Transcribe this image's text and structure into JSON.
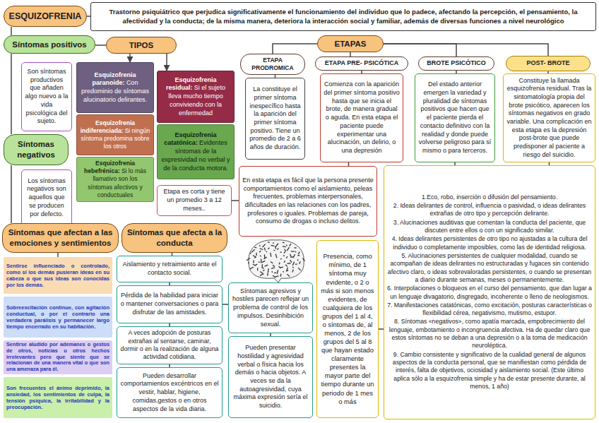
{
  "diagram": {
    "nodes": [
      {
        "text": [
          "ESQUIZOFRENIA"
        ]
      },
      {
        "text": [
          "Trastorno psiquiátrico que perjudica significativamente el funcionamiento del individuo que lo padece, afectando la percepción, el pensamiento, la afectividad y la conducta; de la misma manera, deteriora la interacción social y familiar, además de diversas funciones a nivel neurológico"
        ]
      },
      {
        "text": [
          "Síntomas positivos"
        ]
      },
      {
        "text": [
          "Son síntomas productivos que añaden algo nuevo a la vida psicológica del sujeto."
        ]
      },
      {
        "text": [
          "Síntomas negativos"
        ]
      },
      {
        "text": [
          "Los síntomas negativos son aquellos que se producen por defecto."
        ]
      },
      {
        "text": [
          "TIPOS"
        ]
      },
      {
        "text": [
          "Esquizofrenia paranoide:",
          "Con predominio de síntomas alucinatorio delirantes."
        ]
      },
      {
        "text": [
          "Esquizofrenia indiferenciada:",
          "Si ningún síntoma predomina sobre los otros"
        ]
      },
      {
        "text": [
          "Esquizofrenia hebefrénica:",
          "Si lo más llamativo son los síntomas afectivos y conductuales"
        ]
      },
      {
        "text": [
          "Esquizofrenia residual:",
          "Si el sujeto lleva mucho tiempo conviviendo con la enfermedad"
        ]
      },
      {
        "text": [
          "Esquizofrenia catatónica:",
          "Evidentes síntomas de la expresividad no verbal y de la conducta motora."
        ]
      },
      {
        "text": [
          "ETAPAS"
        ]
      },
      {
        "text": [
          "ETAPA PRODROMICA"
        ]
      },
      {
        "text": [
          "La constituye el primer síntoma inespecífico hasta la aparición del primer síntoma positivo. Tiene un promedio de 2 a 6 años de duración."
        ]
      },
      {
        "text": [
          "ETAPA PRE- PSICÓTICA"
        ]
      },
      {
        "text": [
          "Comienza con la aparición del primer síntoma positivo hasta que se inicia el brote, de manera gradual o aguda. En esta etapa el paciente puede experimentar una alucinación, un delirio, o una depresión"
        ]
      },
      {
        "text": [
          "BROTE PSICÓTICO"
        ]
      },
      {
        "text": [
          "Del estado anterior emergen la variedad y pluralidad de síntomas positivos que hacen que el paciente pierda el contacto definitivo con la realidad y donde puede volverse peligroso para sí mismo o para terceros."
        ]
      },
      {
        "text": [
          "POST- BROTE"
        ]
      },
      {
        "text": [
          "Constituye la llamada esquizofrenia residual. Tras la sintomatología propia del brote psicótico, aparecen los síntomas negativos en grado variable. Una complicación en esta etapa es la depresión post-brote que puede predisponer al paciente a riesgo del suicidio."
        ]
      },
      {
        "text": [
          "Etapa es corta y tiene un promedio 3 a 12 meses.."
        ]
      },
      {
        "text": [
          "En esta etapa es fácil que la persona presente comportamientos como el aislamiento, peleas frecuentes, problemas interpersonales, dificultades en las relaciones con los padres, profesores o iguales. Problemas de pareja, consumo de drogas o incluso delitos."
        ]
      },
      {
        "text": [
          "1.Eco, robo, inserción o difusión del pensamiento.",
          "2. Ideas delirantes de control, influencia o pasividad, o ideas delirantes extrañas de otro tipo y percepción delirante.",
          "3. Alucinaciones auditivas que comentan la conducta del paciente, que discuten entre ellos o con un significado similar.",
          "4. Ideas delirantes persistentes de otro tipo no ajustadas a la cultura del individuo o completamente imposibles, como las de identidad religiosa.",
          "5. Alucinaciones persistentes de cualquier modalidad, cuando se acompañan de ideas delirantes no estructuradas y fugaces sin contenido afectivo claro, o ideas sobrevaloradas persistentes, o cuando se presentan a diario durante semanas, meses o permanentemente.",
          "6. Interpolaciones o bloqueos en el curso del pensamiento, que dan lugar a un lenguaje divagatorio, disgregado, incoherente o lleno de neologismos.",
          "7. Manifestaciones catatónicas, como excitación, posturas características o flexibilidad cérea, negativismo, mutismo, estupor.",
          "8. Síntomas «negativos», como apatía marcada, empobrecimiento del lenguaje, embotamiento o incongruencia afectiva. Ha de quedar claro que estos síntomas no se deban a una depresión o a la toma de medicación neuroléptica.",
          "9. Cambio consistente y significativo de la cualidad general de algunos aspectos de la conducta personal, que se manifiestan como pérdida de interés, falta de objetivos, ociosidad y aislamiento social. (Este último aplica sólo a la esquizofrenia simple y ha de estar presente durante, al menos, 1 año)"
        ]
      },
      {
        "text": [
          "Presencia, como mínimo, de 1 síntoma muy evidente, o 2 o más si son menos evidentes, de cualquiera de los grupos del 1 al 4, o síntomas de, al menos, 2 de los grupos del 5 al 8 que hayan estado claramente presentes la mayor parte del tiempo durante un periodo de 1 mes o más"
        ]
      },
      {
        "text": [
          "Síntomas que afectan a las emociones y sentimientos"
        ]
      },
      {
        "text": [
          "Sentirse influenciado o controlado, como si los demás pusieran ideas en su cabeza o que sus ideas son conocidas por los demás."
        ]
      },
      {
        "text": [
          "Sobreexcitación continue, con agitación conductual, o por el contrario una verdadera parálisis y permanecer largo tiempo encerrado en su habitación."
        ]
      },
      {
        "text": [
          "Sentirse aludido por ademanes o gestos de otros, noticias u otros hechos irrelevantes pero que siente que se relacionan de una manera vital o que son una amenaza para él."
        ]
      },
      {
        "text": [
          "Son frecuentes el ánimo deprimido, la ansiedad, los sentimientos de culpa, la tensión psíquica, la irritabilidad y la preocupación."
        ]
      },
      {
        "text": [
          "Síntomas que afecta a la conducta"
        ]
      },
      {
        "text": [
          "Aislamiento y retraimiento ante el contacto social."
        ]
      },
      {
        "text": [
          "Pérdida de la habilidad para iniciar o mantener conversaciones o para disfrutar de las amistades."
        ]
      },
      {
        "text": [
          "A veces adopción de posturas extrañas al sentarse, caminar, dormir o en la realización de alguna actividad cotidiana."
        ]
      },
      {
        "text": [
          "Pueden desarrollar comportamientos excéntricos en el vestir, hablar, higiene, comidas,gestos o en otros aspectos de la vida diaria."
        ]
      },
      {
        "text": [
          "Síntomas agresivos y hostiles parecen reflejar un problema de control de los impulsos. Desinhibición sexual."
        ]
      },
      {
        "text": [
          "Pueden presentar hostilidad y agresividad verbal o física hacia los demás o hacia objetos. A veces se da la autoagresividad, cuya máxima expresión sería el suicidio."
        ]
      }
    ],
    "edges": [
      {
        "from": 0,
        "to": 1,
        "arrow": "none"
      },
      {
        "from": 0,
        "to": 2,
        "arrow": "none"
      },
      {
        "from": 2,
        "to": 4,
        "arrow": "none"
      },
      {
        "from": 4,
        "to": 25,
        "arrow": "none"
      },
      {
        "from": 2,
        "to": 6,
        "arrow": "none"
      },
      {
        "from": 6,
        "to": 7,
        "arrow": "to"
      },
      {
        "from": 6,
        "to": 10,
        "arrow": "to"
      },
      {
        "from": 12,
        "to": 13,
        "arrow": "none"
      },
      {
        "from": 12,
        "to": 15,
        "arrow": "none"
      },
      {
        "from": 12,
        "to": 17,
        "arrow": "none"
      },
      {
        "from": 12,
        "to": 19,
        "arrow": "none"
      },
      {
        "from": 13,
        "to": 14,
        "arrow": "none"
      },
      {
        "from": 15,
        "to": 16,
        "arrow": "none"
      },
      {
        "from": 17,
        "to": 18,
        "arrow": "none"
      },
      {
        "from": 19,
        "to": 20,
        "arrow": "none"
      },
      {
        "from": 16,
        "to": 22,
        "arrow": "none"
      },
      {
        "from": 22,
        "to": 21,
        "arrow": "none"
      },
      {
        "from": 18,
        "to": 23,
        "arrow": "none"
      },
      {
        "from": 20,
        "to": 23,
        "arrow": "none"
      },
      {
        "from": 24,
        "to": 23,
        "arrow": "none"
      },
      {
        "from": 25,
        "to": 26,
        "arrow": "none"
      },
      {
        "from": 30,
        "to": 31,
        "arrow": "none"
      },
      {
        "from": 31,
        "to": 32,
        "arrow": "none"
      },
      {
        "from": 32,
        "to": 33,
        "arrow": "none"
      },
      {
        "from": 33,
        "to": 34,
        "arrow": "none"
      },
      {
        "from": 32,
        "to": 35,
        "arrow": "none"
      },
      {
        "from": 35,
        "to": 36,
        "arrow": "none"
      }
    ]
  }
}
